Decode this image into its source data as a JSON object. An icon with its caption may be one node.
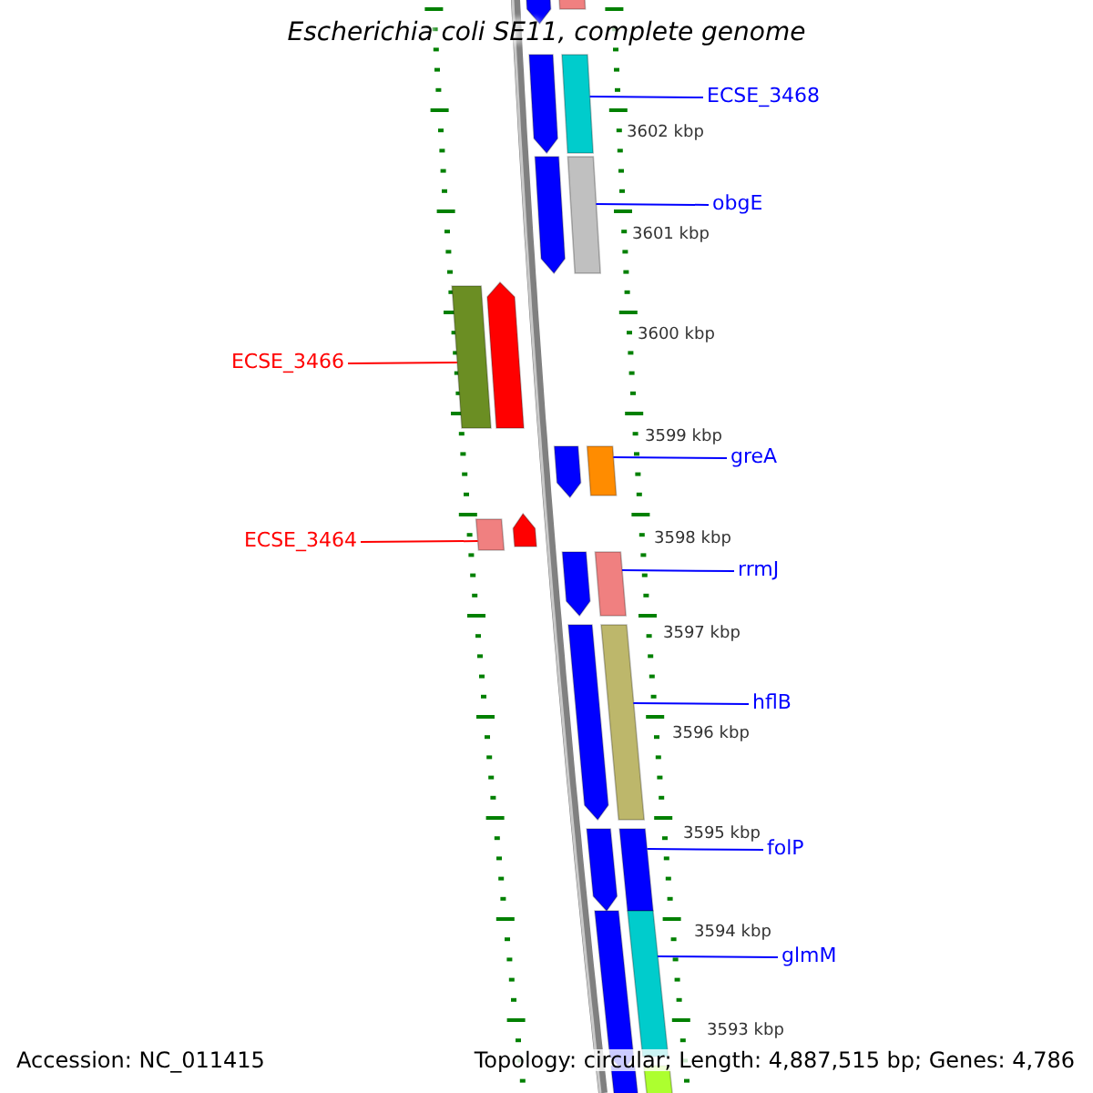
{
  "diagram": {
    "title": "Escherichia coli SE11, complete genome",
    "nodes": [
      {
        "text": [
          "ECSE_3468"
        ]
      },
      {
        "text": [],
        "shape": "bar"
      },
      {
        "text": [
          "obgE"
        ]
      },
      {
        "text": [],
        "shape": "bar"
      },
      {
        "text": [
          "ECSE_3466"
        ]
      },
      {
        "text": [],
        "shape": "bar"
      },
      {
        "text": [
          "greA"
        ]
      },
      {
        "text": [],
        "shape": "bar"
      },
      {
        "text": [
          "ECSE_3464"
        ]
      },
      {
        "text": [],
        "shape": "bar"
      },
      {
        "text": [
          "rrmJ"
        ]
      },
      {
        "text": [],
        "shape": "bar"
      },
      {
        "text": [
          "hflB"
        ]
      },
      {
        "text": [],
        "shape": "bar"
      },
      {
        "text": [
          "folP"
        ]
      },
      {
        "text": [],
        "shape": "bar"
      },
      {
        "text": [
          "glmM"
        ]
      },
      {
        "text": [],
        "shape": "bar"
      },
      {
        "text": [],
        "shape": "arrow"
      },
      {
        "text": [],
        "shape": "bar"
      },
      {
        "text": [],
        "shape": "arrow"
      },
      {
        "text": [],
        "shape": "arrow"
      },
      {
        "text": [],
        "shape": "arrow"
      },
      {
        "text": [],
        "shape": "arrow"
      },
      {
        "text": [],
        "shape": "arrow"
      },
      {
        "text": [],
        "shape": "arrow"
      },
      {
        "text": [],
        "shape": "arrow"
      },
      {
        "text": [],
        "shape": "arrow"
      },
      {
        "text": [],
        "shape": "arrow"
      },
      {
        "text": [],
        "shape": "arrow"
      },
      {
        "text": [],
        "shape": "bar"
      }
    ],
    "edges": [
      {
        "from": 0,
        "to": 1,
        "arrow": "none",
        "color": "#0000ff"
      },
      {
        "from": 2,
        "to": 3,
        "arrow": "none",
        "color": "#0000ff"
      },
      {
        "from": 4,
        "to": 5,
        "arrow": "none",
        "color": "#ff0000"
      },
      {
        "from": 6,
        "to": 7,
        "arrow": "none",
        "color": "#0000ff"
      },
      {
        "from": 8,
        "to": 9,
        "arrow": "none",
        "color": "#ff0000"
      },
      {
        "from": 10,
        "to": 11,
        "arrow": "none",
        "color": "#0000ff"
      },
      {
        "from": 12,
        "to": 13,
        "arrow": "none",
        "color": "#0000ff"
      },
      {
        "from": 14,
        "to": 15,
        "arrow": "none",
        "color": "#0000ff"
      },
      {
        "from": 16,
        "to": 17,
        "arrow": "none",
        "color": "#0000ff"
      }
    ],
    "labels": [
      "3602 kbp",
      "3601 kbp",
      "3600 kbp",
      "3599 kbp",
      "3598 kbp",
      "3597 kbp",
      "3596 kbp",
      "3595 kbp",
      "3594 kbp",
      "3593 kbp",
      "Accession: NC_011415",
      "Topology: circular; Length: 4,887,515 bp; Genes: 4,786"
    ]
  }
}
